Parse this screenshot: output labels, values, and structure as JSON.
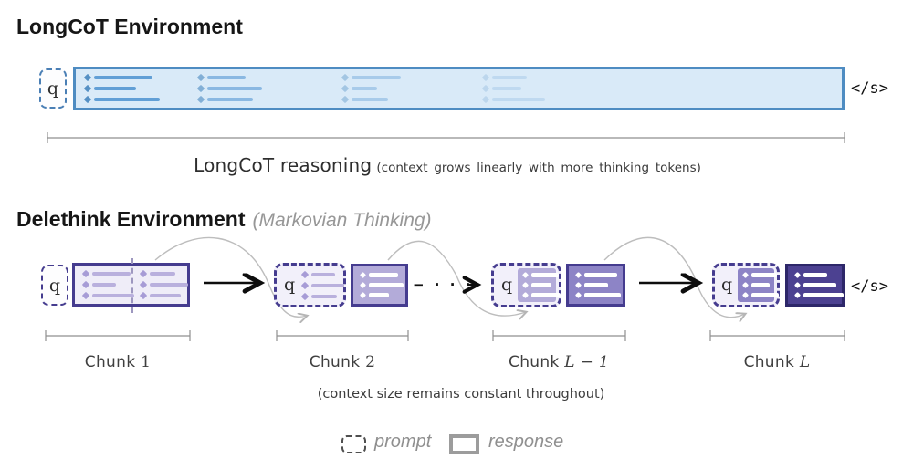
{
  "longcot_section": {
    "title": "LongCoT Environment",
    "prompt_token": "q",
    "eos_token": "</s>",
    "caption": "LongCoT reasoning",
    "caption_note": "(context grows linearly with more thinking tokens)"
  },
  "delethink_section": {
    "title": "Delethink Environment",
    "subtitle": "(Markovian Thinking)",
    "prompt_token": "q",
    "eos_token": "</s>",
    "ellipsis": "− · · ·",
    "chunk_labels": [
      {
        "prefix": "Chunk",
        "math": "1"
      },
      {
        "prefix": "Chunk",
        "math": "2"
      },
      {
        "prefix": "Chunk",
        "math": "L − 1"
      },
      {
        "prefix": "Chunk",
        "math": "L"
      }
    ],
    "caption": "(context size remains constant throughout)"
  },
  "legend": {
    "prompt_label": "prompt",
    "response_label": "response"
  },
  "colors": {
    "blue_border": "#4e8cc2",
    "blue_fill": "#d9eaf8",
    "blue_line": "#5b9bd5",
    "purple_border": "#453c8f",
    "purple_fill_light": "#efedf8",
    "purple_line_light": "#b9b0dd",
    "purple_fill_mid": "#b3abd9",
    "purple_fill_deep": "#8d84c6",
    "purple_fill_dark": "#4c4191",
    "purple_border_dark": "#2d2769",
    "arrow_gray": "#bdbdbd",
    "ruler_gray": "#8f8f8f"
  }
}
